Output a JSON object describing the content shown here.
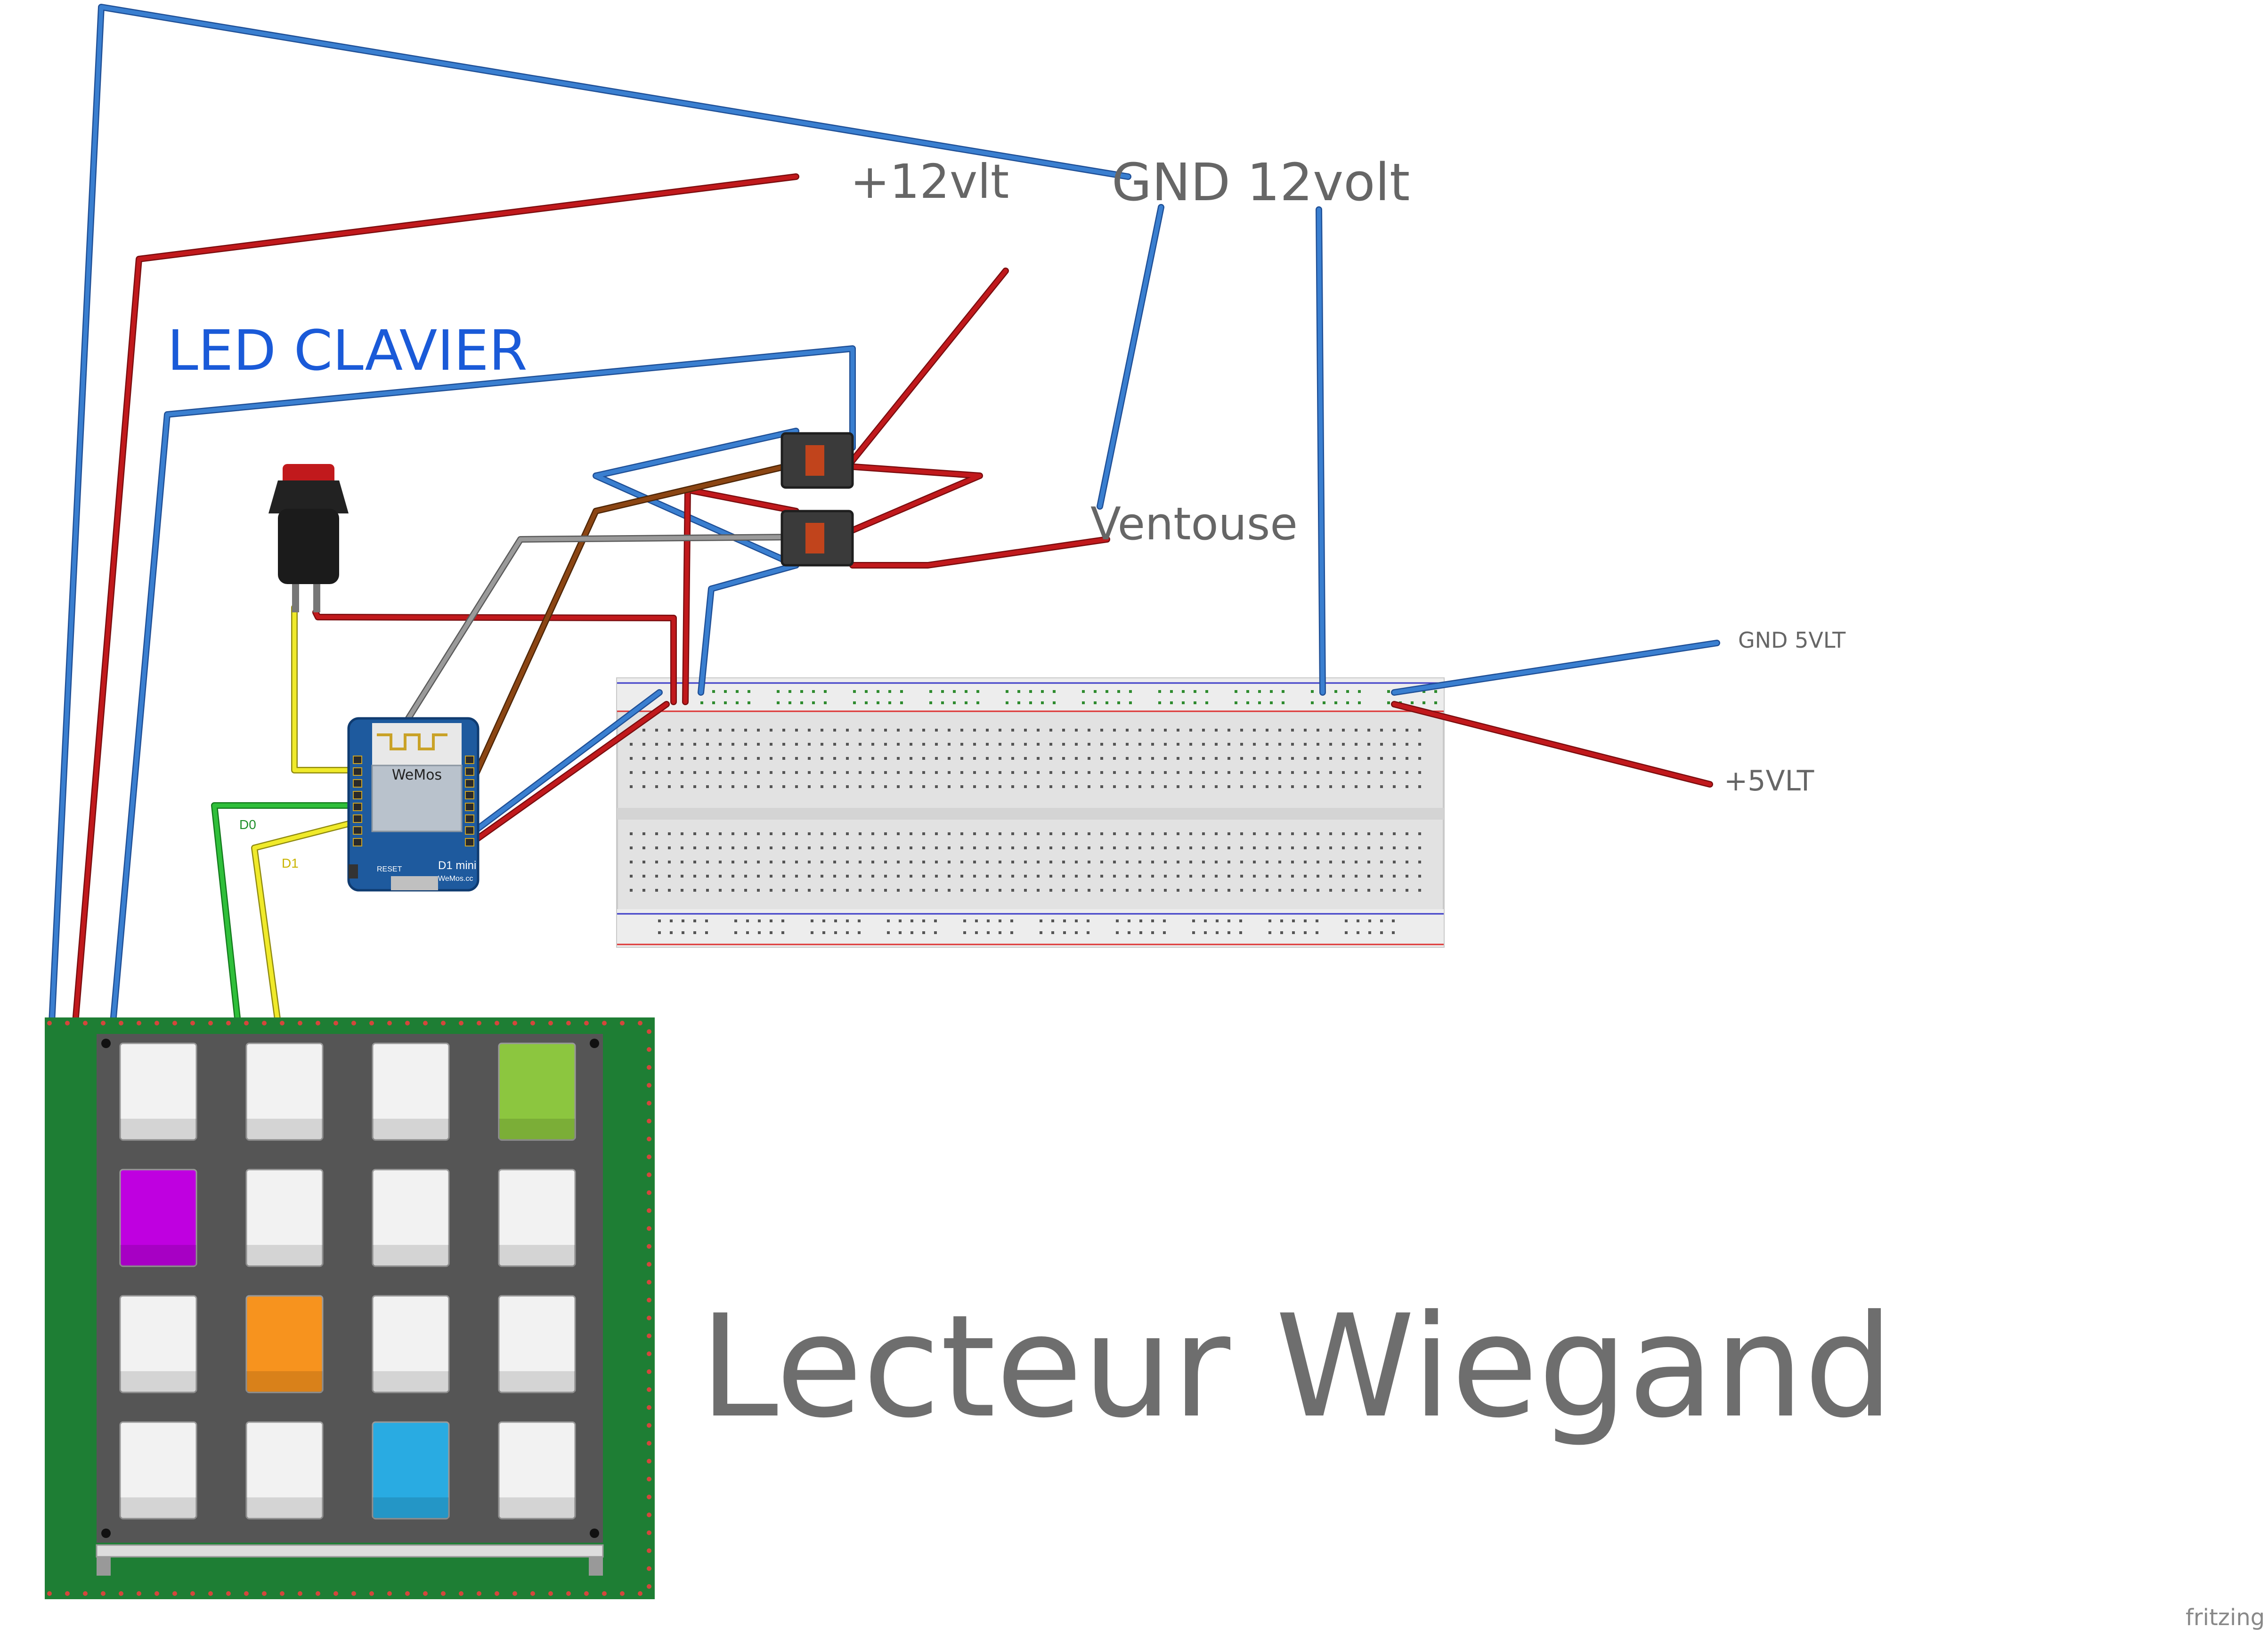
{
  "labels": {
    "plus12": "+12vlt",
    "gnd12": "GND 12volt",
    "led_clavier": "LED CLAVIER",
    "ventouse": "Ventouse",
    "gnd5": "GND 5VLT",
    "plus5": "+5VLT",
    "d0": "D0",
    "d1": "D1",
    "title": "Lecteur Wiegand",
    "watermark": "fritzing"
  },
  "d1mini": {
    "brand": "WeMos",
    "model": "D1 mini",
    "site": "WeMos.cc",
    "reset": "RESET"
  },
  "keypad": {
    "keys": [
      [
        "white",
        "white",
        "white",
        "green"
      ],
      [
        "purple",
        "white",
        "white",
        "white"
      ],
      [
        "white",
        "orange",
        "white",
        "white"
      ],
      [
        "white",
        "white",
        "blue",
        "white"
      ]
    ],
    "colors": {
      "white": "#f2f2f2",
      "green": "#8cc63f",
      "purple": "#bf00e0",
      "orange": "#f7931e",
      "blue": "#29abe2",
      "board": "#1e7e34",
      "panel": "#555555"
    }
  },
  "wire_colors": {
    "red": "#c1191c",
    "blue": "#3a7fd0",
    "yellow": "#f0ea2a",
    "green": "#2fbf3a",
    "brown": "#8b4513",
    "gray": "#9a9a9a"
  }
}
